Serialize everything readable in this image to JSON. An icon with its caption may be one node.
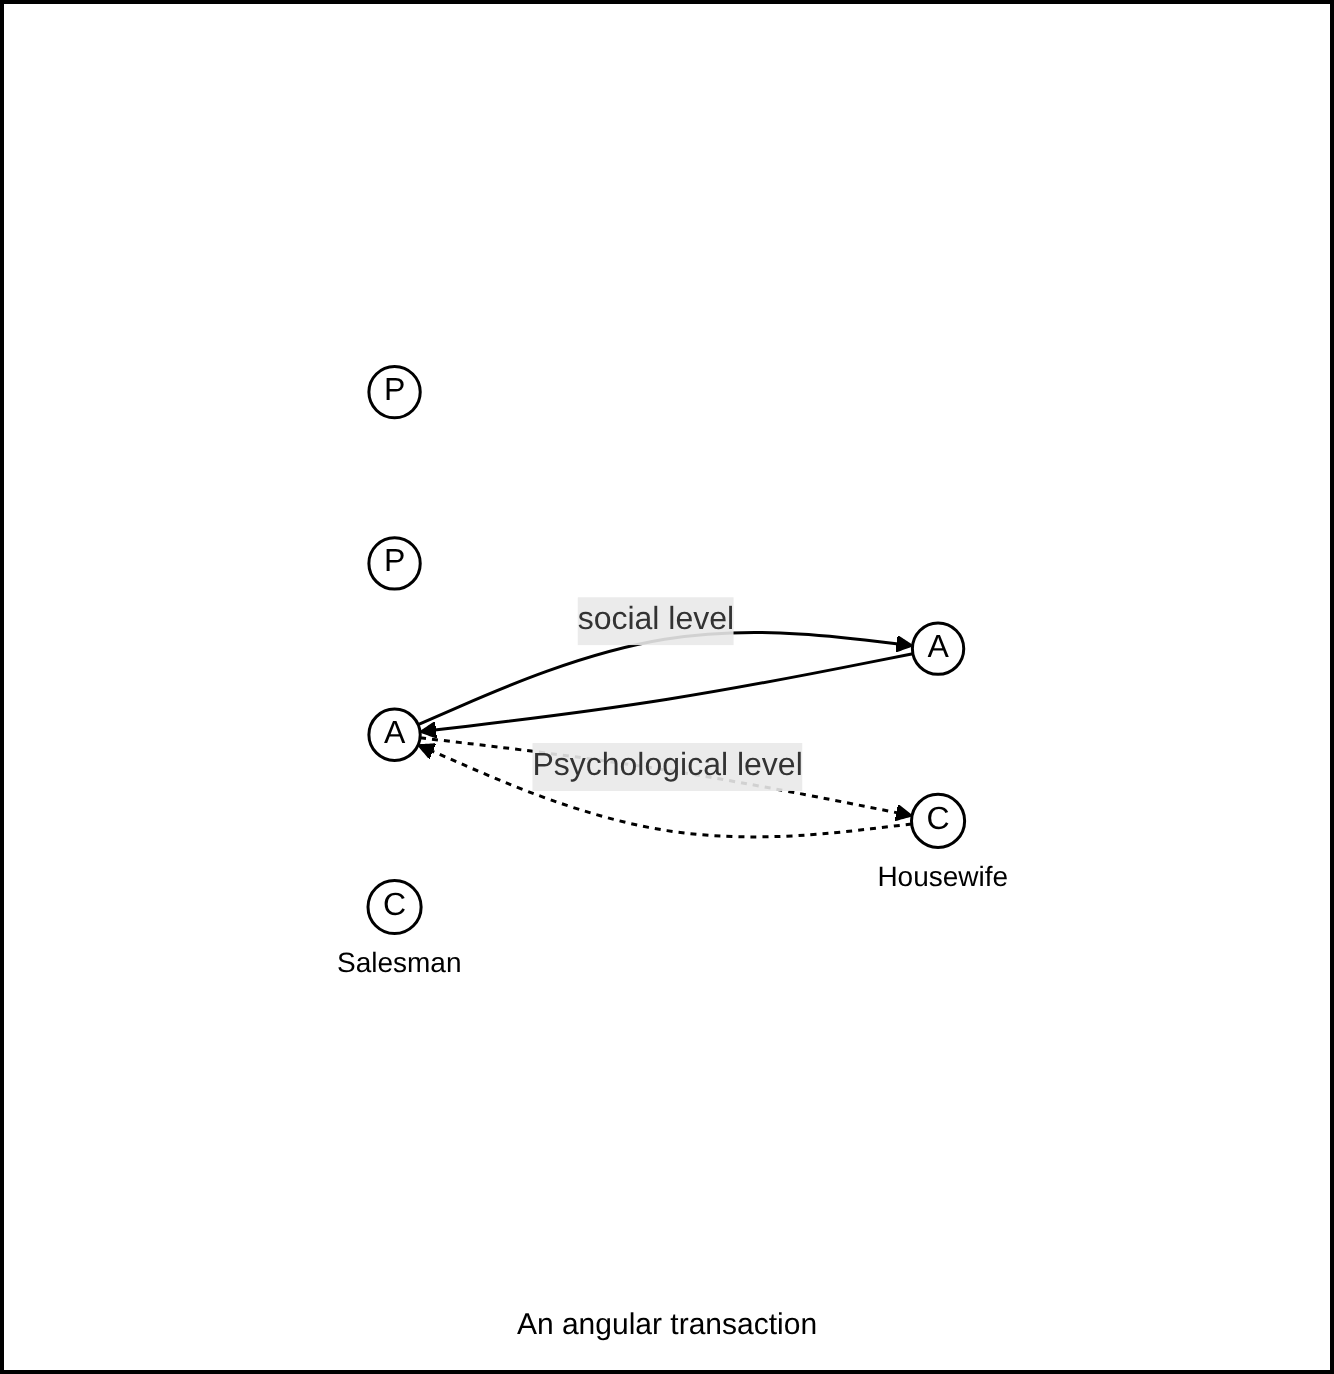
{
  "diagram": {
    "caption": "An angular transaction",
    "nodes": [
      {
        "text": [
          "P"
        ]
      },
      {
        "text": [
          "P"
        ]
      },
      {
        "text": [
          "A"
        ]
      },
      {
        "text": [
          "A"
        ]
      },
      {
        "text": [
          "C"
        ],
        "beside": [
          "Salesman"
        ]
      },
      {
        "text": [
          "C"
        ],
        "beside": [
          "Housewife"
        ]
      }
    ],
    "edges": [
      {
        "from": 2,
        "to": 3,
        "arrow": "to",
        "label": "social level"
      },
      {
        "from": 3,
        "to": 2,
        "arrow": "to"
      },
      {
        "from": 2,
        "to": 5,
        "arrow": "to",
        "style": "dashed",
        "label": "Psychological level"
      },
      {
        "from": 5,
        "to": 2,
        "arrow": "to",
        "style": "dashed"
      }
    ]
  }
}
